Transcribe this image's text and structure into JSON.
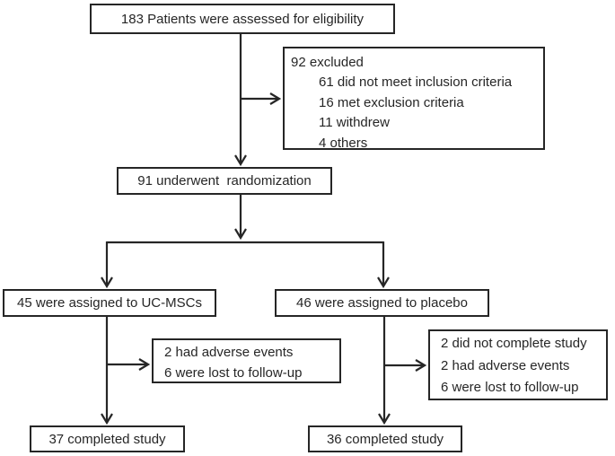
{
  "diagram": {
    "colors": {
      "line": "#262626",
      "text": "#262626",
      "box_background": "#ffffff",
      "page_background": "#ffffff"
    },
    "boxes": {
      "eligibility": {
        "text": "183 Patients were assessed for eligibility"
      },
      "excluded": {
        "title": "92 excluded",
        "items": [
          "61 did not meet inclusion criteria",
          "16 met exclusion criteria",
          "11 withdrew",
          "4 others"
        ]
      },
      "randomization": {
        "text": "91 underwent  randomization"
      },
      "arm_ucmsc": {
        "text": "45 were assigned to UC-MSCs"
      },
      "arm_placebo": {
        "text": "46 were assigned to placebo"
      },
      "ucmsc_events": {
        "items": [
          "2 had adverse events",
          "6 were lost to follow-up"
        ]
      },
      "placebo_events": {
        "items": [
          "2 did not complete study",
          "2 had adverse events",
          "6 were lost to follow-up"
        ]
      },
      "ucmsc_completed": {
        "text": "37 completed study"
      },
      "placebo_completed": {
        "text": "36 completed study"
      }
    }
  }
}
